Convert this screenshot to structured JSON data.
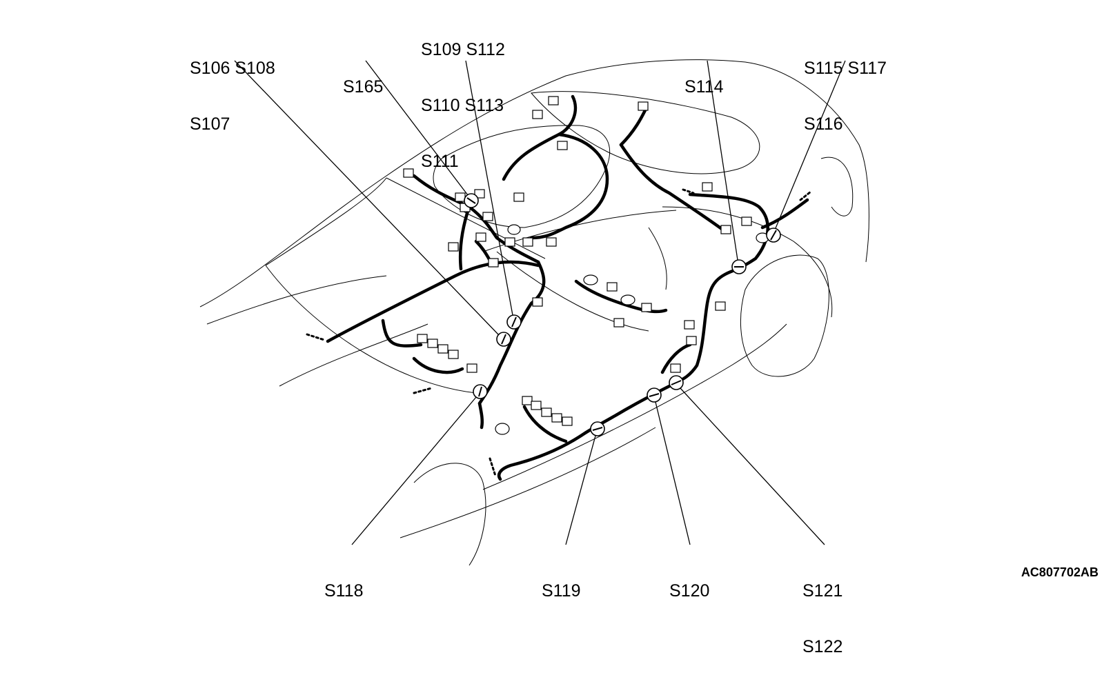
{
  "figure_code": "AC807702AB",
  "callouts": [
    {
      "id": "s106-s108-s107",
      "lines": [
        "S106 S108",
        "S107"
      ]
    },
    {
      "id": "s165",
      "lines": [
        "S165"
      ]
    },
    {
      "id": "s109-s113-s111",
      "lines": [
        "S109 S112",
        "S110 S113",
        "S111"
      ]
    },
    {
      "id": "s114",
      "lines": [
        "S114"
      ]
    },
    {
      "id": "s115-s117-s116",
      "lines": [
        "S115 S117",
        "S116"
      ]
    },
    {
      "id": "s118",
      "lines": [
        "S118"
      ]
    },
    {
      "id": "s119",
      "lines": [
        "S119"
      ]
    },
    {
      "id": "s120",
      "lines": [
        "S120"
      ]
    },
    {
      "id": "s121-s122",
      "lines": [
        "S121",
        "S122"
      ]
    }
  ]
}
